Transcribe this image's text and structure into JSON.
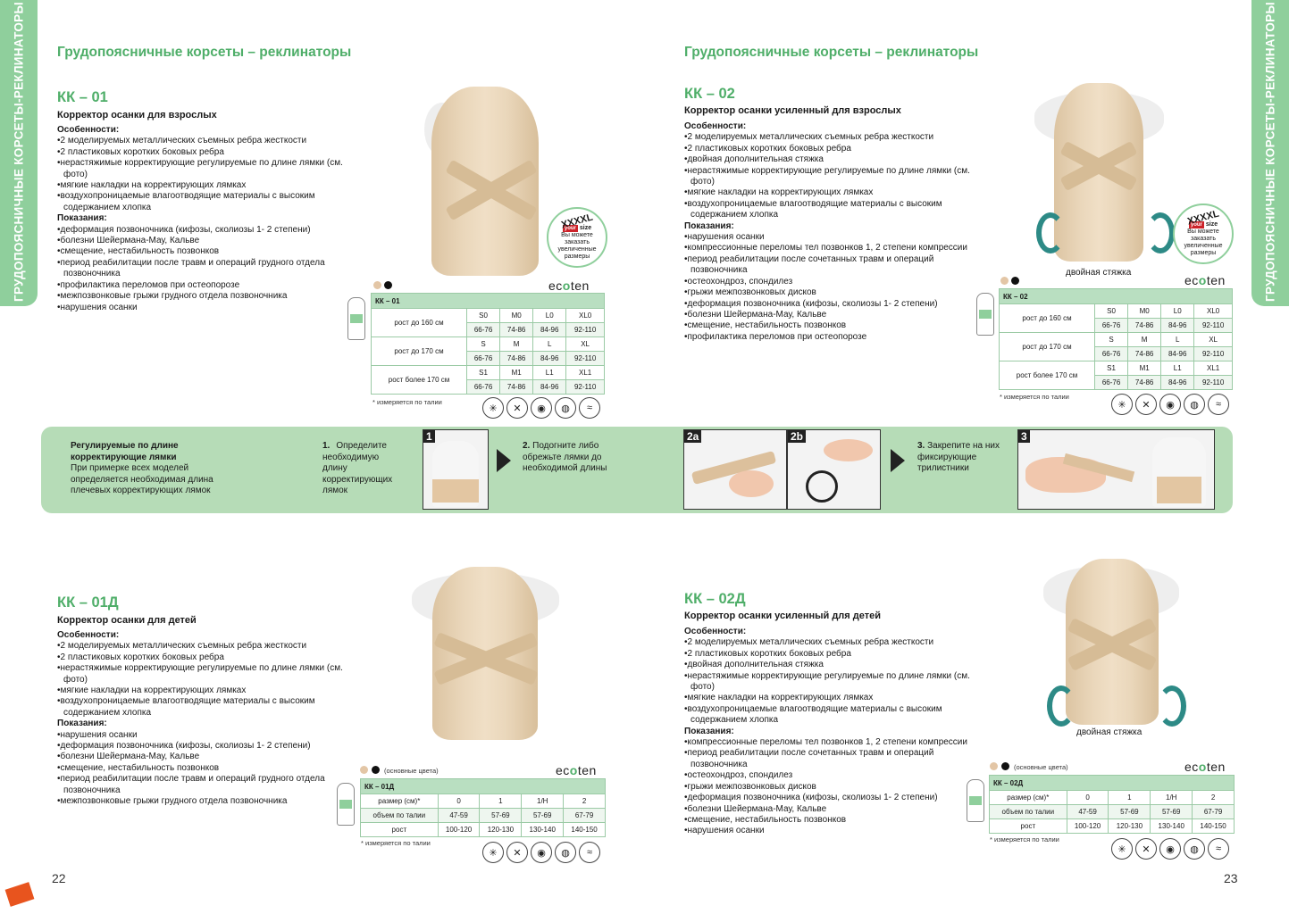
{
  "side_tab": "ГРУДОПОЯСНИЧНЫЕ КОРСЕТЫ-РЕКЛИНАТОРЫ",
  "heading": "Грудопоясничные корсеты – реклинаторы",
  "labels": {
    "features": "Особенности:",
    "indications": "Показания:",
    "note": "* измеряется по талии",
    "colors": "(основные цвета)",
    "double": "двойная стяжка"
  },
  "brand": {
    "pre": "ec",
    "accent": "o",
    "post": "ten"
  },
  "badge": {
    "big": "XXXXL",
    "your": "your",
    "size": "size",
    "text": "Вы можете заказать увеличенные размеры"
  },
  "products": {
    "kk01": {
      "code": "КК – 01",
      "title": "Корректор осанки для взрослых",
      "features": [
        "2 моделируемых металлических съемных ребра жесткости",
        "2 пластиковых коротких боковых ребра",
        "нерастяжимые корректирующие регулируемые по длине лямки (см. фото)",
        "мягкие накладки на корректирующих лямках",
        "воздухопроницаемые влагоотводящие материалы с высоким содержанием хлопка"
      ],
      "indications": [
        "деформация позвоночника (кифозы, сколиозы 1- 2 степени)",
        "болезни Шейермана-Мау, Кальве",
        "смещение, нестабильность позвонков",
        "период реабилитации после травм и операций грудного отдела позвоночника",
        "профилактика переломов при остеопорозе",
        "межпозвонковые грыжи грудного отдела позвоночника",
        "нарушения осанки"
      ],
      "table": {
        "header": "КК – 01",
        "rows": [
          {
            "label": "рост до 160 см",
            "sizes": [
              "S0",
              "M0",
              "L0",
              "XL0"
            ],
            "waist": [
              "66-76",
              "74-86",
              "84-96",
              "92-110"
            ]
          },
          {
            "label": "рост до 170 см",
            "sizes": [
              "S",
              "M",
              "L",
              "XL"
            ],
            "waist": [
              "66-76",
              "74-86",
              "84-96",
              "92-110"
            ]
          },
          {
            "label": "рост более 170 см",
            "sizes": [
              "S1",
              "M1",
              "L1",
              "XL1"
            ],
            "waist": [
              "66-76",
              "74-86",
              "84-96",
              "92-110"
            ]
          }
        ]
      }
    },
    "kk02": {
      "code": "КК – 02",
      "title": "Корректор осанки усиленный для взрослых",
      "features": [
        "2 моделируемых металлических съемных ребра жесткости",
        "2 пластиковых коротких боковых ребра",
        "двойная дополнительная стяжка",
        "нерастяжимые корректирующие регулируемые по длине лямки (см. фото)",
        "мягкие накладки на корректирующих лямках",
        "воздухопроницаемые влагоотводящие материалы с высоким содержанием хлопка"
      ],
      "indications": [
        "нарушения осанки",
        "компрессионные переломы тел позвонков 1, 2 степени компрессии",
        "период реабилитации после сочетанных травм и операций позвоночника",
        "остеохондроз, спондилез",
        "грыжи межпозвонковых дисков",
        "деформация позвоночника (кифозы, сколиозы 1- 2 степени)",
        "болезни Шейермана-Мау, Кальве",
        "смещение, нестабильность позвонков",
        "профилактика переломов при остеопорозе"
      ],
      "table": {
        "header": "КК – 02",
        "rows": [
          {
            "label": "рост до 160 см",
            "sizes": [
              "S0",
              "M0",
              "L0",
              "XL0"
            ],
            "waist": [
              "66-76",
              "74-86",
              "84-96",
              "92-110"
            ]
          },
          {
            "label": "рост до 170 см",
            "sizes": [
              "S",
              "M",
              "L",
              "XL"
            ],
            "waist": [
              "66-76",
              "74-86",
              "84-96",
              "92-110"
            ]
          },
          {
            "label": "рост более 170 см",
            "sizes": [
              "S1",
              "M1",
              "L1",
              "XL1"
            ],
            "waist": [
              "66-76",
              "74-86",
              "84-96",
              "92-110"
            ]
          }
        ]
      }
    },
    "kk01d": {
      "code": "КК – 01Д",
      "title": "Корректор осанки для детей",
      "features": [
        "2 моделируемых металлических съемных ребра жесткости",
        "2 пластиковых коротких боковых ребра",
        "нерастяжимые корректирующие регулируемые по длине лямки (см. фото)",
        "мягкие накладки на корректирующих лямках",
        "воздухопроницаемые влагоотводящие материалы с высоким содержанием хлопка"
      ],
      "indications": [
        "нарушения осанки",
        "деформация позвоночника (кифозы, сколиозы 1- 2 степени)",
        "болезни Шейермана-Мау, Кальве",
        "смещение, нестабильность позвонков",
        "период реабилитации после травм и операций грудного отдела позвоночника",
        "межпозвонковые грыжи грудного отдела позвоночника"
      ],
      "table": {
        "header": "КК – 01Д",
        "rows": [
          {
            "label": "размер (см)*",
            "cells": [
              "0",
              "1",
              "1/Н",
              "2"
            ]
          },
          {
            "label": "объем по талии",
            "cells": [
              "47-59",
              "57-69",
              "57-69",
              "67-79"
            ]
          },
          {
            "label": "рост",
            "cells": [
              "100-120",
              "120-130",
              "130-140",
              "140-150"
            ]
          }
        ]
      }
    },
    "kk02d": {
      "code": "КК – 02Д",
      "title": "Корректор осанки усиленный для детей",
      "features": [
        "2 моделируемых металлических съемных ребра жесткости",
        "2 пластиковых коротких боковых ребра",
        "двойная дополнительная стяжка",
        "нерастяжимые корректирующие регулируемые по длине лямки (см. фото)",
        "мягкие накладки на корректирующих лямках",
        "воздухопроницаемые влагоотводящие материалы с высоким содержанием хлопка"
      ],
      "indications": [
        "компрессионные переломы тел позвонков 1, 2 степени компрессии",
        "период реабилитации после сочетанных травм и операций позвоночника",
        "остеохондроз, спондилез",
        "грыжи межпозвонковых дисков",
        "деформация позвоночника (кифозы, сколиозы 1- 2 степени)",
        "болезни Шейермана-Мау, Кальве",
        "смещение, нестабильность позвонков",
        "нарушения осанки"
      ],
      "table": {
        "header": "КК – 02Д",
        "rows": [
          {
            "label": "размер (см)*",
            "cells": [
              "0",
              "1",
              "1/Н",
              "2"
            ]
          },
          {
            "label": "объем по талии",
            "cells": [
              "47-59",
              "57-69",
              "57-69",
              "67-79"
            ]
          },
          {
            "label": "рост",
            "cells": [
              "100-120",
              "120-130",
              "130-140",
              "140-150"
            ]
          }
        ]
      }
    }
  },
  "band": {
    "title": "Регулируемые по длине корректирующие лямки",
    "text": "При примерке всех моделей определяется необходимая длина плечевых корректирующих лямок",
    "step1": {
      "num": "1.",
      "text": "Определите необходимую длину корректирующих лямок"
    },
    "step2": {
      "num": "2.",
      "text": "Подогните либо обрежьте лямки до необходимой длины"
    },
    "step3": {
      "num": "3.",
      "text": "Закрепите на них фиксирующие трилистники"
    },
    "frames": [
      "1",
      "2a",
      "2b",
      "3"
    ]
  },
  "pages": {
    "left": "22",
    "right": "23"
  },
  "colors": {
    "accent": "#4fae69",
    "tab": "#8fcf9c",
    "band": "#b6dcb7",
    "beige": "#e8d3b5"
  }
}
